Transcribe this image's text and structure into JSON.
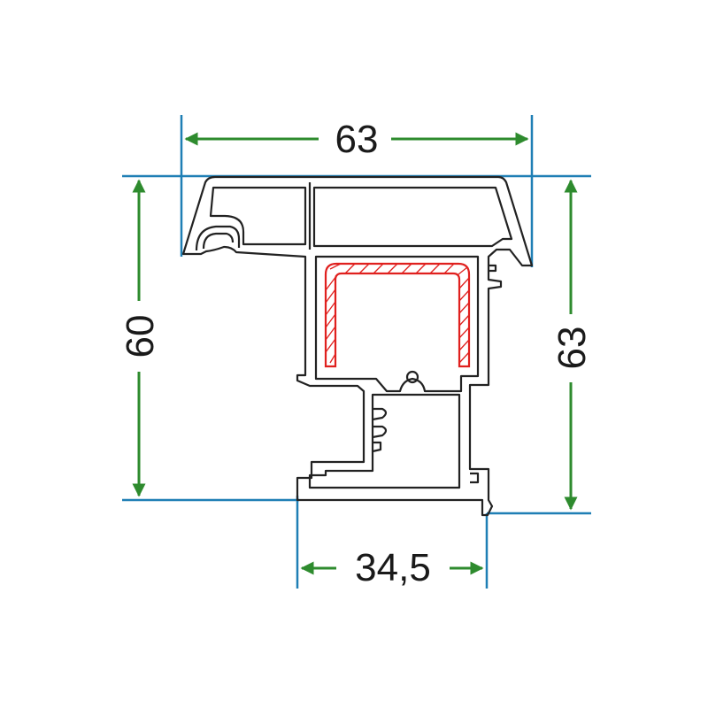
{
  "colors": {
    "dimension_line": "#2e8b2e",
    "extension_line": "#1f7fb5",
    "profile_outline": "#222222",
    "reinforcement": "#e0201e",
    "background": "#ffffff"
  },
  "dimensions": {
    "top_width": "63",
    "left_height": "60",
    "right_height": "63",
    "bottom_width": "34,5"
  }
}
